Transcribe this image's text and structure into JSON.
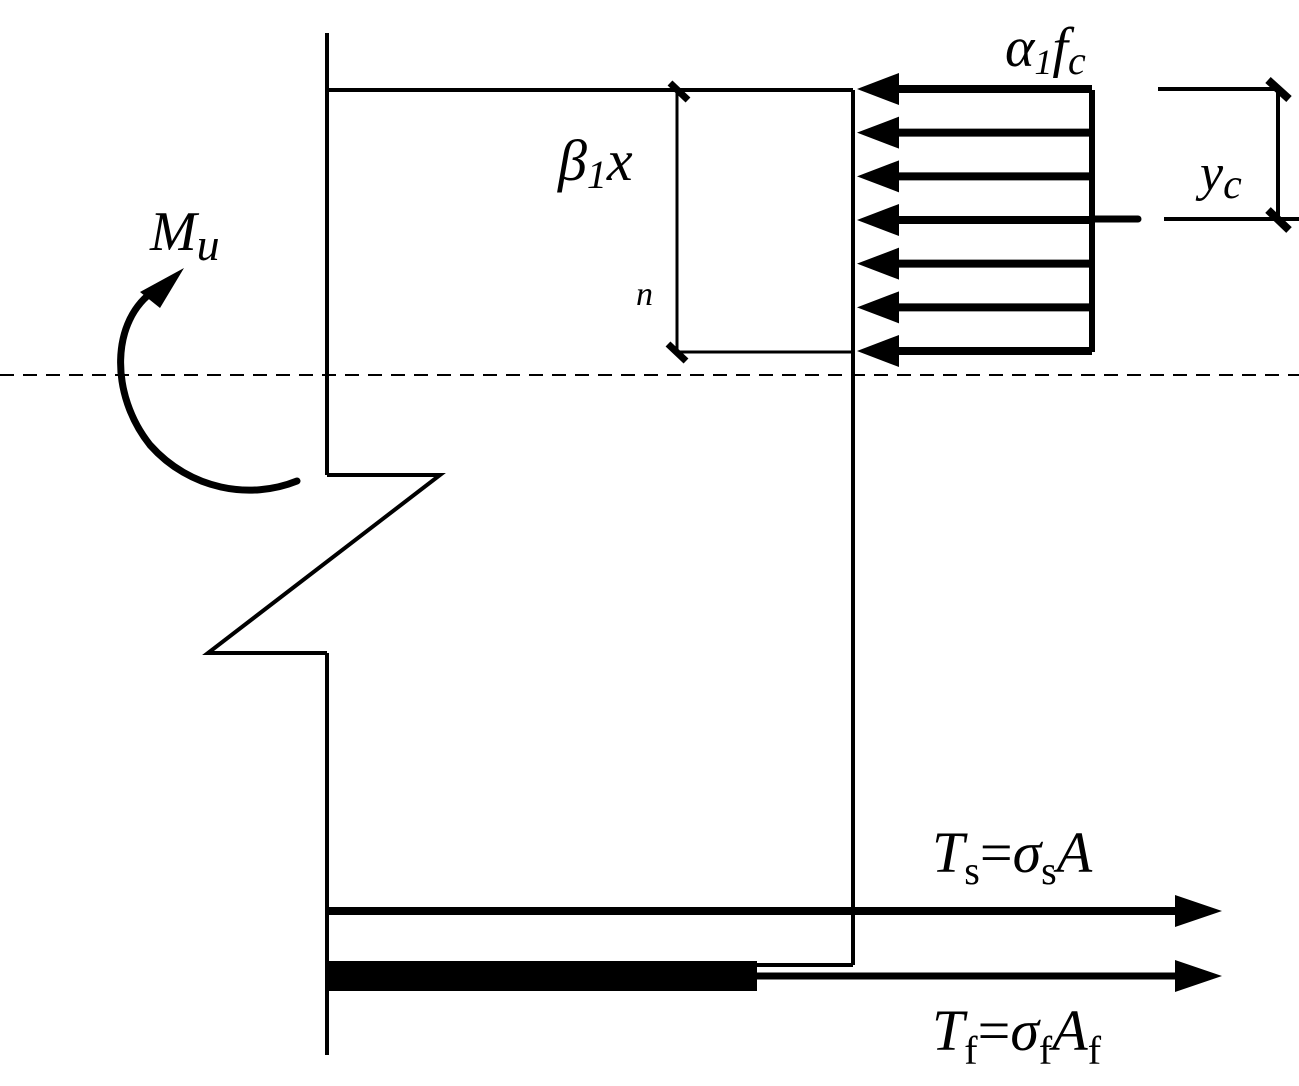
{
  "diagram": {
    "title": "Cross-section stress distribution at ultimate limit state (concrete compression block, steel and FRP tension)",
    "colors": {
      "stroke": "#000000",
      "background": "#ffffff"
    },
    "labels": {
      "moment": {
        "main": "M",
        "sub": "u"
      },
      "stress_block_intensity": {
        "main": "α",
        "sub": "1",
        "main2": "f",
        "sub2": "c"
      },
      "stress_block_depth": {
        "main": "β",
        "sub": "1",
        "main2": "x"
      },
      "neutral_axis_marker": "n",
      "compression_resultant_lever": {
        "main": "y",
        "sub": "c"
      },
      "steel_tension": {
        "main": "T",
        "sub": "s",
        "eq": "=",
        "main2": "σ",
        "sub2": "s",
        "main3": "A"
      },
      "frp_tension": {
        "main": "T",
        "sub": "f",
        "eq": "=",
        "main2": "σ",
        "sub2": "f",
        "main3": "A",
        "sub3": "f"
      }
    },
    "compression_arrow_count": 7,
    "tension_arrow_count": 2,
    "elements": {
      "neutral_axis": "dashed neutral axis line",
      "beam_section": "beam section outline with break symbol",
      "frp_plate": "FRP strip bonded to beam soffit",
      "steel_bar": "tension reinforcement line"
    }
  }
}
